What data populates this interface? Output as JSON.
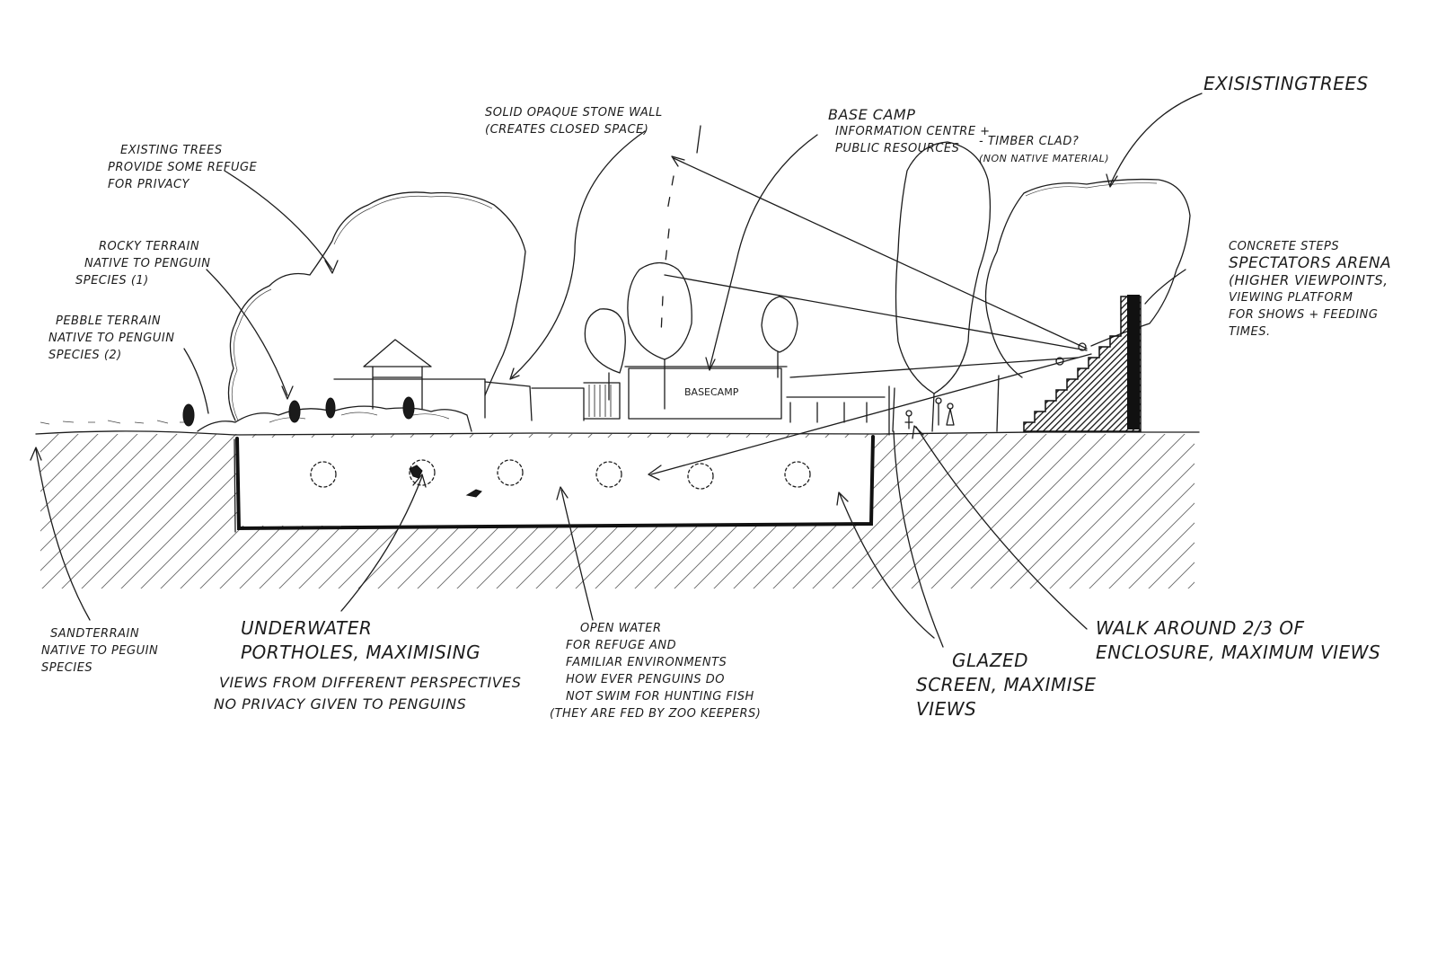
{
  "annotations": {
    "existing_trees_right": "EXISISTINGTREES",
    "existing_trees_left": [
      "EXISTING TREES",
      "PROVIDE SOME REFUGE",
      "FOR PRIVACY"
    ],
    "rocky_terrain": [
      "ROCKY TERRAIN",
      "NATIVE TO PENGUIN",
      "SPECIES (1)"
    ],
    "pebble_terrain": [
      "PEBBLE TERRAIN",
      "NATIVE TO PENGUIN",
      "SPECIES (2)"
    ],
    "stone_wall": [
      "SOLID OPAQUE STONE WALL",
      "(CREATES CLOSED SPACE)"
    ],
    "base_camp": [
      "BASE CAMP",
      "INFORMATION CENTRE +",
      "PUBLIC RESOURCES"
    ],
    "timber_clad": [
      "- TIMBER CLAD?",
      "(NON NATIVE MATERIAL)"
    ],
    "concrete_steps": [
      "CONCRETE STEPS",
      "SPECTATORS ARENA",
      "(HIGHER VIEWPOINTS,",
      "VIEWING PLATFORM",
      "FOR SHOWS + FEEDING",
      "TIMES."
    ],
    "sand_terrain": [
      "SANDTERRAIN",
      "NATIVE TO PEGUIN",
      "SPECIES"
    ],
    "underwater": [
      "UNDERWATER",
      "PORTHOLES, MAXIMISING"
    ],
    "views_perspectives": [
      "VIEWS FROM DIFFERENT PERSPECTIVES",
      "NO PRIVACY GIVEN TO PENGUINS"
    ],
    "open_water": [
      "OPEN WATER",
      "FOR REFUGE AND",
      "FAMILIAR ENVIRONMENTS",
      "HOW EVER PENGUINS DO",
      "NOT SWIM FOR HUNTING FISH",
      "(THEY ARE FED BY ZOO KEEPERS)"
    ],
    "glazed_screen": [
      "GLAZED",
      "SCREEN, MAXIMISE",
      "VIEWS"
    ],
    "walk_around": [
      "WALK AROUND 2/3 OF",
      "ENCLOSURE, MAXIMUM VIEWS"
    ]
  },
  "building_sign": "BASECAMP"
}
